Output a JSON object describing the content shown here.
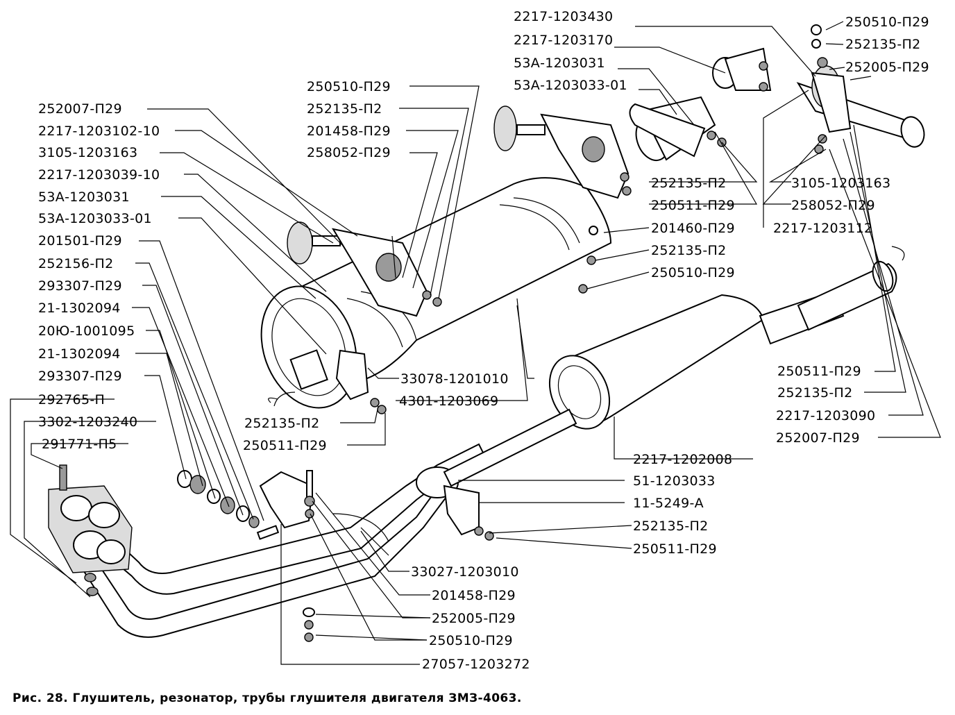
{
  "caption": "Рис. 28. Глушитель, резонатор, трубы глушителя двигателя ЗМЗ-4063.",
  "labels": {
    "l01": "2217-1203430",
    "l02": "2217-1203170",
    "l03": "53А-1203031",
    "l04": "53А-1203033-01",
    "l05": "250510-П29",
    "l06": "252135-П2",
    "l07": "252005-П29",
    "l08": "250510-П29",
    "l09": "252007-П29",
    "l10": "252135-П2",
    "l11": "2217-1203102-10",
    "l12": "201458-П29",
    "l13": "3105-1203163",
    "l14": "258052-П29",
    "l15": "2217-1203039-10",
    "l16": "53А-1203031",
    "l17": "53А-1203033-01",
    "l18": "201501-П29",
    "l19": "252156-П2",
    "l20": "293307-П29",
    "l21": "21-1302094",
    "l22": "20Ю-1001095",
    "l23": "21-1302094",
    "l24": "293307-П29",
    "l25": "292765-П",
    "l26": "3302-1203240",
    "l27": "291771-П5",
    "l28": "252135-П2",
    "l29": "250511-П29",
    "l30": "201460-П29",
    "l31": "252135-П2",
    "l32": "250510-П29",
    "l33": "3105-1203163",
    "l34": "258052-П29",
    "l35": "2217-1203112",
    "l36": "33078-1201010",
    "l37": "4301-1203069",
    "l38": "252135-П2",
    "l39": "250511-П29",
    "l40": "250511-П29",
    "l41": "252135-П2",
    "l42": "2217-1203090",
    "l43": "252007-П29",
    "l44": "2217-1202008",
    "l45": "51-1203033",
    "l46": "11-5249-А",
    "l47": "252135-П2",
    "l48": "250511-П29",
    "l49": "33027-1203010",
    "l50": "201458-П29",
    "l51": "252005-П29",
    "l52": "250510-П29",
    "l53": "27057-1203272"
  }
}
